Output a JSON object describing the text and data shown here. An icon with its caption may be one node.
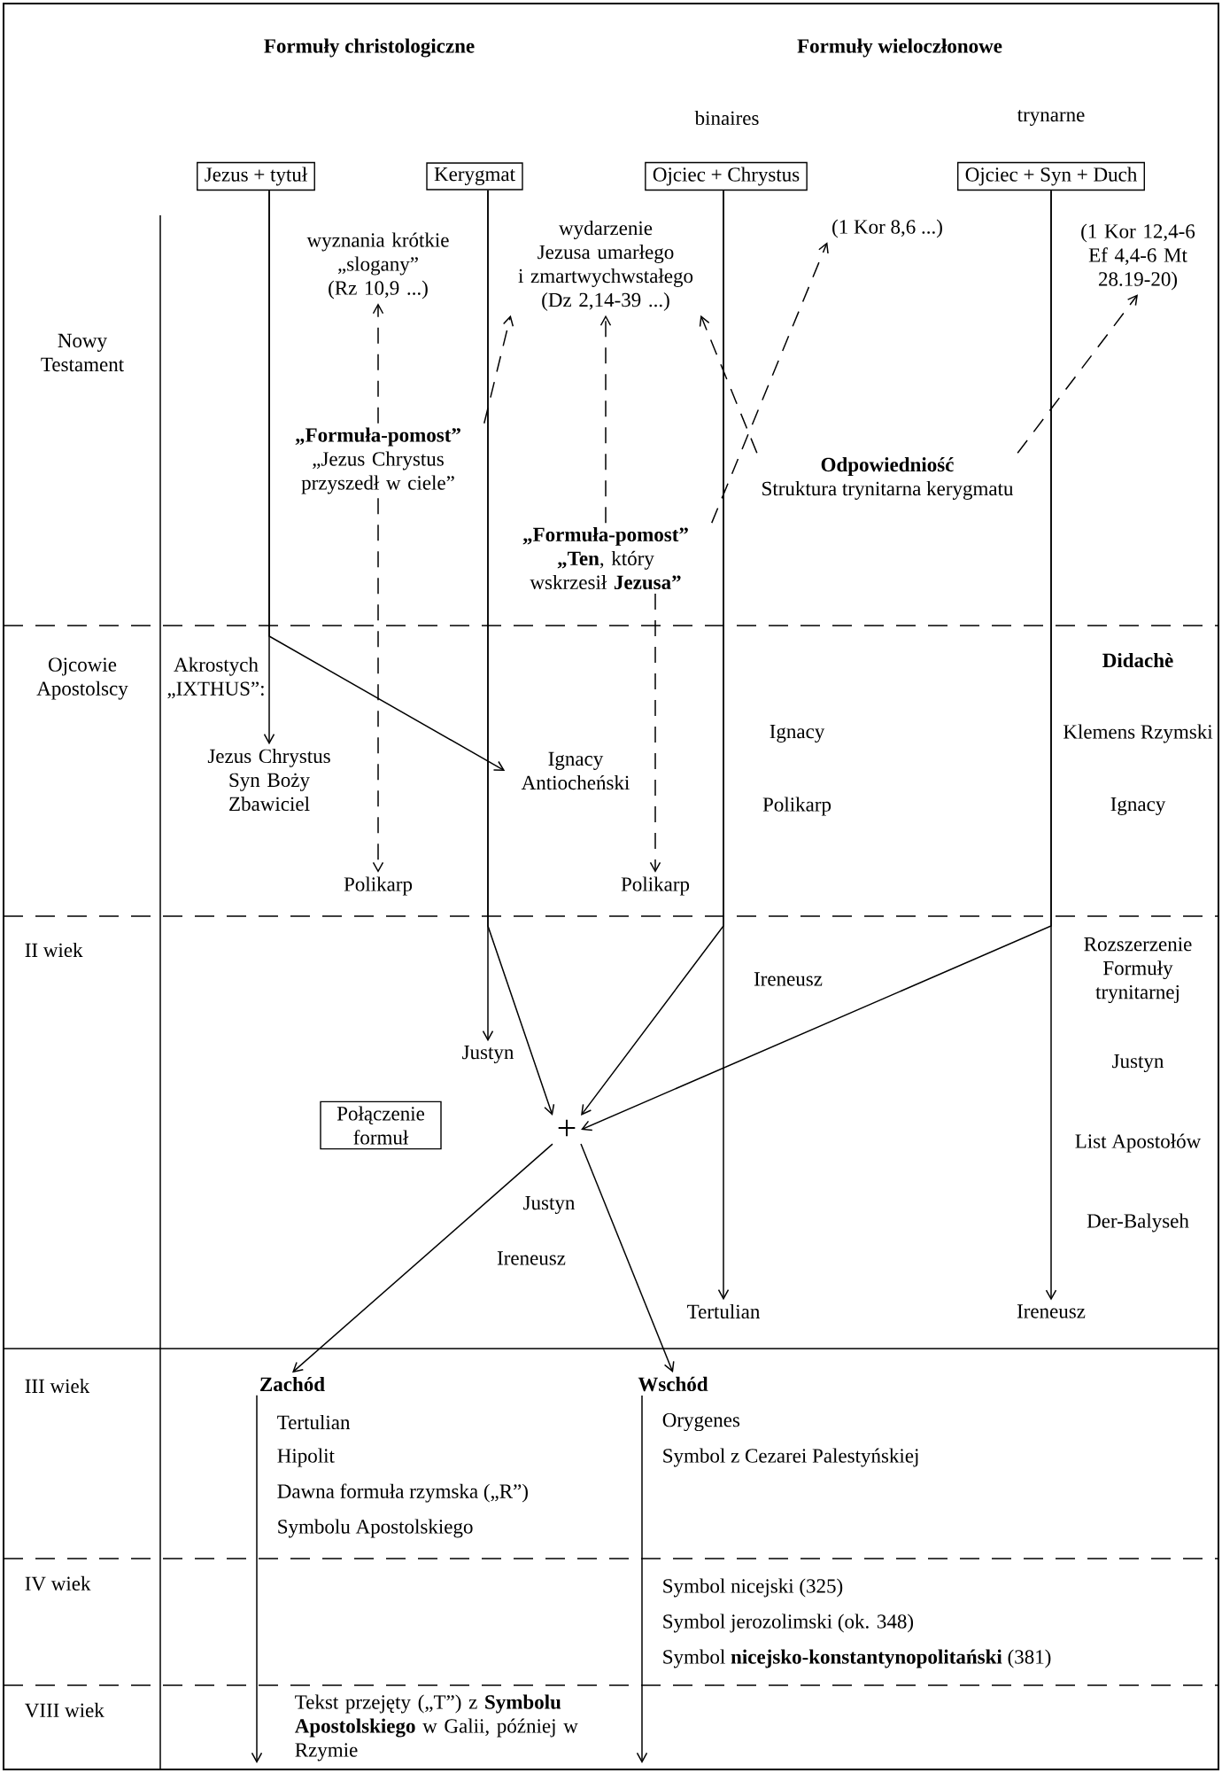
{
  "diagram": {
    "nodes": [
      {
        "text": [
          "Jezus + tytuł"
        ]
      },
      {
        "text": [
          "Kerygmat"
        ]
      },
      {
        "text": [
          "Ojciec + Chrystus"
        ]
      },
      {
        "text": [
          "Ojciec + Syn + Duch"
        ]
      },
      {
        "text": [
          "wyznania krótkie „slogany”",
          "(Rz 10,9 ...)"
        ]
      },
      {
        "text": [
          "wydarzenie Jezusa umarłego i zmartwychwstałego",
          "(Dz 2,14-39 ...)"
        ]
      },
      {
        "text": [
          "(1 Kor 8,6 ...)"
        ]
      },
      {
        "text": [
          "(1 Kor 12,4-6 Ef 4,4-6 Mt 28.19-20)"
        ]
      },
      {
        "text": [
          "„Formuła-pomost”",
          "„Jezus Chrystus przyszedł w ciele”"
        ]
      },
      {
        "text": [
          "Odpowiedniość",
          "Struktura trynitarna kerygmatu"
        ]
      },
      {
        "text": [
          "„Formuła-pomost”",
          "**„Ten**, który wskrzesił **Jezusa”**"
        ]
      },
      {
        "text": [
          "Jezus Chrystus Syn Boży Zbawiciel"
        ]
      },
      {
        "text": [
          "Ignacy Antiocheński"
        ]
      },
      {
        "text": [
          "Polikarp"
        ]
      },
      {
        "text": [
          "Polikarp"
        ]
      },
      {
        "text": [
          "Justyn"
        ]
      },
      {
        "text": [
          "Połączenie formuł"
        ]
      },
      {
        "text": [
          "+"
        ]
      },
      {
        "text": [
          "Tertulian"
        ]
      },
      {
        "text": [
          "Ireneusz"
        ]
      },
      {
        "text": [
          "Zachód"
        ]
      },
      {
        "text": [
          "Wschód"
        ]
      }
    ],
    "edges": [
      {
        "from": 0,
        "to": 11,
        "arrow": "to"
      },
      {
        "from": 0,
        "to": 12,
        "arrow": "to"
      },
      {
        "from": 1,
        "to": 15,
        "arrow": "to"
      },
      {
        "from": 1,
        "to": 17,
        "arrow": "to"
      },
      {
        "from": 2,
        "to": 18,
        "arrow": "to"
      },
      {
        "from": 2,
        "to": 17,
        "arrow": "to"
      },
      {
        "from": 3,
        "to": 19,
        "arrow": "to"
      },
      {
        "from": 3,
        "to": 17,
        "arrow": "to"
      },
      {
        "from": 8,
        "to": 4,
        "arrow": "to",
        "style": "dashed"
      },
      {
        "from": 8,
        "to": 5,
        "arrow": "to",
        "style": "dashed"
      },
      {
        "from": 10,
        "to": 5,
        "arrow": "to",
        "style": "dashed"
      },
      {
        "from": 10,
        "to": 6,
        "arrow": "to",
        "style": "dashed"
      },
      {
        "from": 9,
        "to": 5,
        "arrow": "to",
        "style": "dashed"
      },
      {
        "from": 9,
        "to": 7,
        "arrow": "to",
        "style": "dashed"
      },
      {
        "from": 8,
        "to": 13,
        "arrow": "to",
        "style": "dashed"
      },
      {
        "from": 10,
        "to": 14,
        "arrow": "to",
        "style": "dashed"
      },
      {
        "from": 17,
        "to": 20,
        "arrow": "to"
      },
      {
        "from": 17,
        "to": 21,
        "arrow": "to"
      },
      {
        "from": 20,
        "to": null,
        "arrow": "to"
      },
      {
        "from": 21,
        "to": null,
        "arrow": "to"
      }
    ],
    "labels": [
      "Formuły christologiczne",
      "Formuły wieloczłonowe",
      "binaires",
      "trynarne",
      "Nowy Testament",
      "Ojcowie Apostolscy",
      "Akrostych „IXTHUS”:",
      "Didachè",
      "Ignacy",
      "Klemens Rzymski",
      "Polikarp",
      "Ignacy",
      "II wiek",
      "Rozszerzenie Formuły trynitarnej",
      "Ireneusz",
      "Justyn",
      "List Apostołów",
      "Justyn",
      "Der-Balyseh",
      "Ireneusz",
      "III wiek",
      "Tertulian",
      "Orygenes",
      "Hipolit",
      "Symbol z Cezarei Palestyńskiej",
      "Dawna formuła rzymska („R”)",
      "Symbolu Apostolskiego",
      "IV wiek",
      "Symbol nicejski (325)",
      "Symbol jerozolimski (ok. 348)",
      "Symbol **nicejsko-konstantynopolitański** (381)",
      "VIII wiek",
      "Tekst przejęty („T”) z **Symbolu Apostolskiego** w Galii, później w Rzymie"
    ]
  }
}
